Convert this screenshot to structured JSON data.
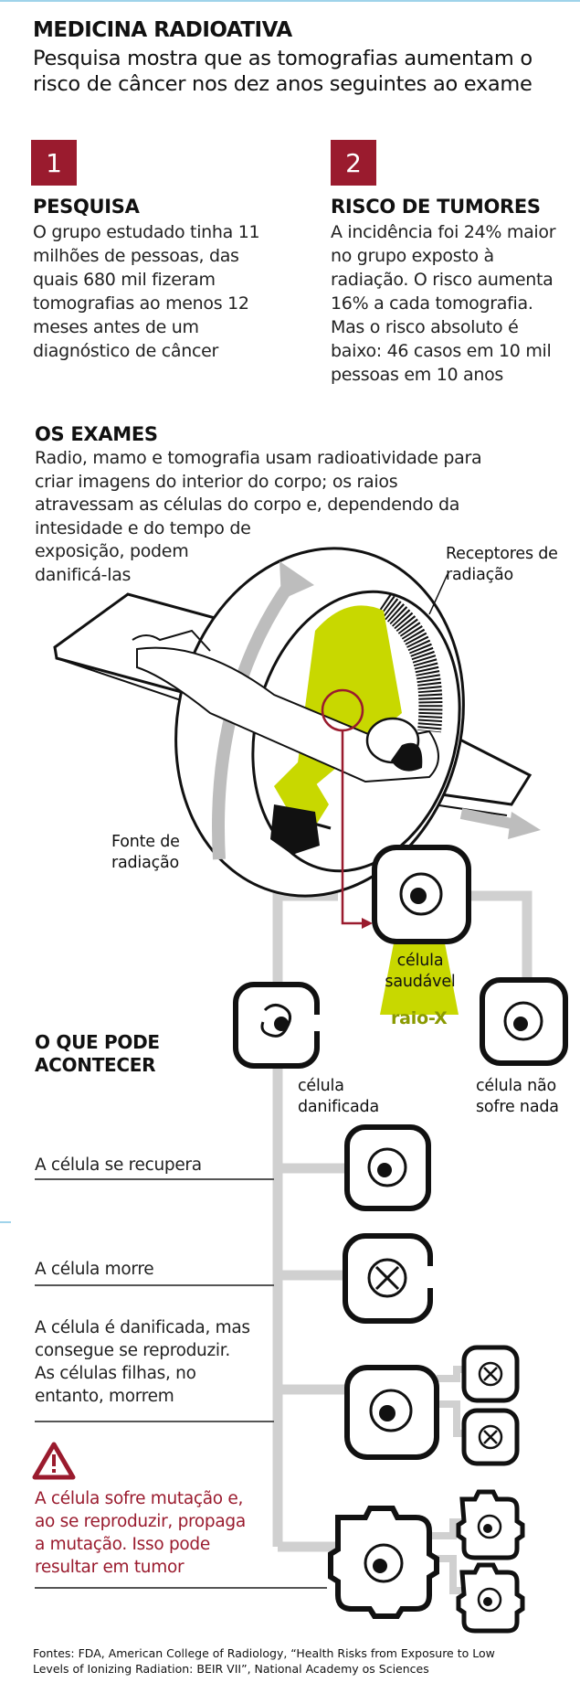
{
  "header": {
    "title": "MEDICINA RADIOATIVA",
    "subtitle": "Pesquisa mostra que as tomografias aumentam o risco de câncer nos dez anos seguintes ao exame"
  },
  "sections": [
    {
      "number": "1",
      "heading": "PESQUISA",
      "lines": [
        "O grupo estudado tinha 11",
        "milhões de pessoas, das",
        "quais 680 mil fizeram",
        "tomografias ao menos 12",
        "meses antes de um",
        "diagnóstico de câncer"
      ]
    },
    {
      "number": "2",
      "heading": "RISCO DE TUMORES",
      "lines": [
        "A incidência foi 24% maior",
        "no grupo exposto à",
        "radiação. O risco aumenta",
        "16% a cada tomografia.",
        "Mas o risco absoluto é",
        "baixo: 46 casos em 10 mil",
        "pessoas em 10 anos"
      ]
    }
  ],
  "exams": {
    "heading": "OS EXAMES",
    "lines": [
      "Radio, mamo e tomografia usam radioatividade para",
      "criar imagens do interior do corpo;  os raios",
      "atravessam as células do corpo e, dependendo da",
      "intesidade e do tempo de",
      "exposição, podem",
      "danificá-las"
    ]
  },
  "diagram_labels": {
    "receptors": [
      "Receptores de",
      "radiação"
    ],
    "source": [
      "Fonte de",
      "radiação"
    ],
    "healthy": [
      "célula",
      "saudável"
    ],
    "xray": "raio-X",
    "damaged": [
      "célula",
      "danificada"
    ],
    "unaffected": [
      "célula não",
      "sofre nada"
    ]
  },
  "outcomes": {
    "heading": [
      "O QUE PODE",
      "ACONTECER"
    ],
    "recover": "A célula se recupera",
    "dies": "A célula morre",
    "reproduces": [
      "A célula é danificada, mas",
      "consegue se reproduzir.",
      "As células filhas, no",
      "entanto, morrem"
    ],
    "mutation": [
      "A célula sofre mutação e,",
      "ao se reproduzir, propaga",
      "a mutação. Isso pode",
      "resultar em tumor"
    ]
  },
  "footer": {
    "lines": [
      "Fontes: FDA, American College of Radiology, “Health Risks from Exposure to Low",
      "Levels of Ionizing Radiation: BEIR VII”, National Academy os Sciences"
    ]
  },
  "colors": {
    "accent": "#9a1b2e",
    "xray": "#c8d800",
    "xray_text": "#8a9a00",
    "tree": "#d0d0d0"
  }
}
